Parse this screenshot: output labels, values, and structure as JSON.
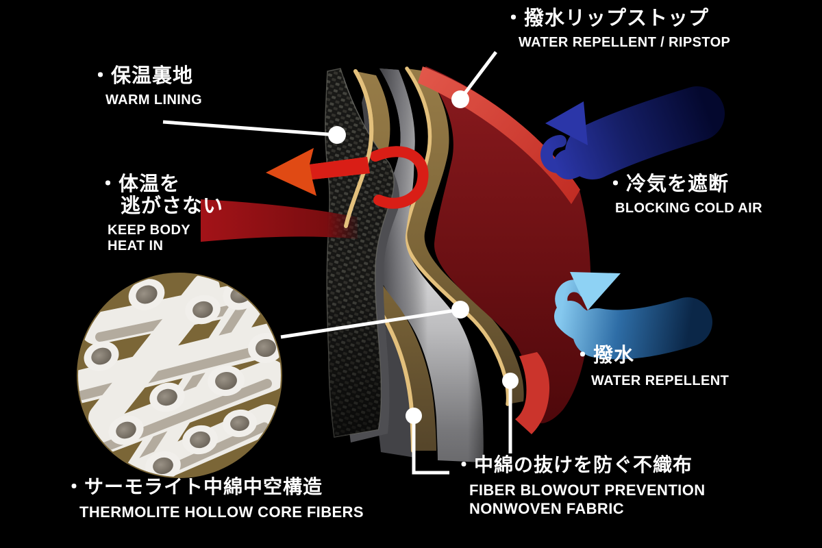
{
  "title": "Fabric layer construction diagram",
  "labels": {
    "ripstop": {
      "jp": "・撥水リップストップ",
      "en": "WATER REPELLENT / RIPSTOP"
    },
    "warm_lining": {
      "jp": "・保温裏地",
      "en": "WARM LINING"
    },
    "keep_heat": {
      "jp_line1": "・体温を",
      "jp_line2": "逃がさない",
      "en": "KEEP BODY\nHEAT IN"
    },
    "block_cold": {
      "jp": "・冷気を遮断",
      "en": "BLOCKING COLD AIR"
    },
    "water_repellent": {
      "jp": "・撥水",
      "en": "WATER REPELLENT"
    },
    "thermolite": {
      "jp": "・サーモライト中綿中空構造",
      "en": "THERMOLITE HOLLOW CORE FIBERS"
    },
    "nonwoven": {
      "jp": "・中綿の抜けを防ぐ不織布",
      "en": "FIBER BLOWOUT PREVENTION\nNONWOVEN FABRIC"
    }
  },
  "diagram": {
    "layers": [
      "warm-lining-mesh",
      "nonwoven-fabric-inner",
      "thermolite-insulation",
      "nonwoven-fabric-outer",
      "water-repellent-ripstop-shell"
    ],
    "arrows": [
      "keep-body-heat-in",
      "blocking-cold-air",
      "water-repellent-bounce"
    ],
    "inset": "thermolite-hollow-core-fibers"
  },
  "colors": {
    "background": "#000000",
    "text": "#ffffff",
    "callout": "#ffffff",
    "gold-edge": "#e3c07c",
    "tan-face": "#8a7243",
    "mesh-dark": "#232320",
    "insulation-light": "#d9d9db",
    "shell-red-bright": "#d23c30",
    "shell-red-dark": "#6e1316",
    "heat-red": "#d91e16",
    "heat-orange": "#e04a14",
    "heat-crimson": "#a01216",
    "cold-navy": "#2b36a8",
    "water-blue": "#8ed2f4",
    "fiber-circle-tan": "#7b6637",
    "fiber-tube-white": "#eeece7"
  }
}
